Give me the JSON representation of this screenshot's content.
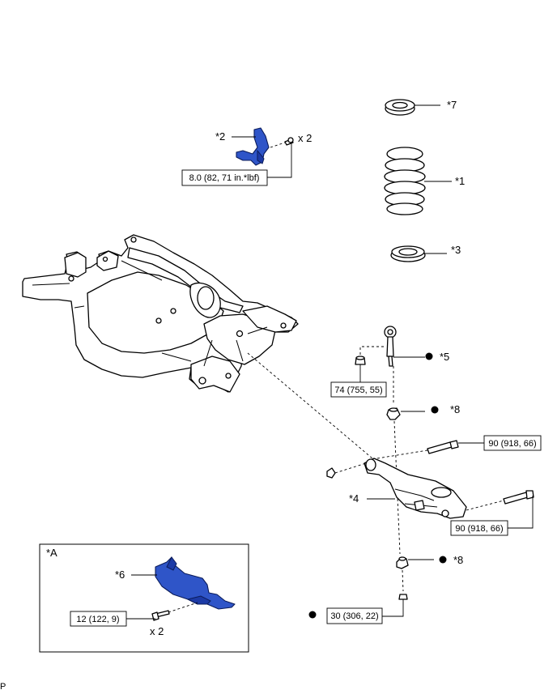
{
  "callouts": {
    "part1": "*1",
    "part2": "*2",
    "part3": "*3",
    "part4": "*4",
    "part5": "*5",
    "part6": "*6",
    "part7": "*7",
    "part8_upper": "*8",
    "part8_lower": "*8",
    "insetA": "*A"
  },
  "torques": {
    "bracket_bolt": "8.0 (82, 71 in.*lbf)",
    "link_nut": "74 (755, 55)",
    "arm_bolt_front": "90 (918, 66)",
    "arm_bolt_rear": "90 (918, 66)",
    "lower_nut": "30 (306, 22)",
    "inset_bolt": "12 (122, 9)"
  },
  "quantities": {
    "bracket_bolt": "x 2",
    "inset_bolt": "x 2"
  },
  "corner_mark": "P",
  "colors": {
    "highlight": "#2f55c8",
    "line": "#000000",
    "background": "#ffffff"
  }
}
